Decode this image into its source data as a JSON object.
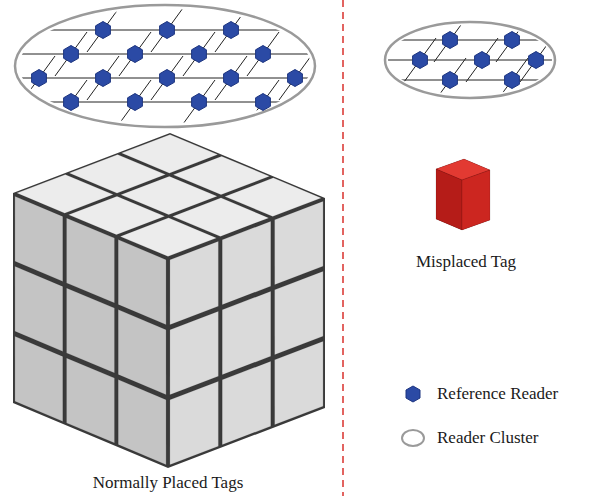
{
  "diagram": {
    "labels": [
      "Normally Placed Tags",
      "Misplaced Tag"
    ],
    "legend": [
      {
        "text": "Reference Reader"
      },
      {
        "text": "Reader Cluster"
      }
    ]
  }
}
